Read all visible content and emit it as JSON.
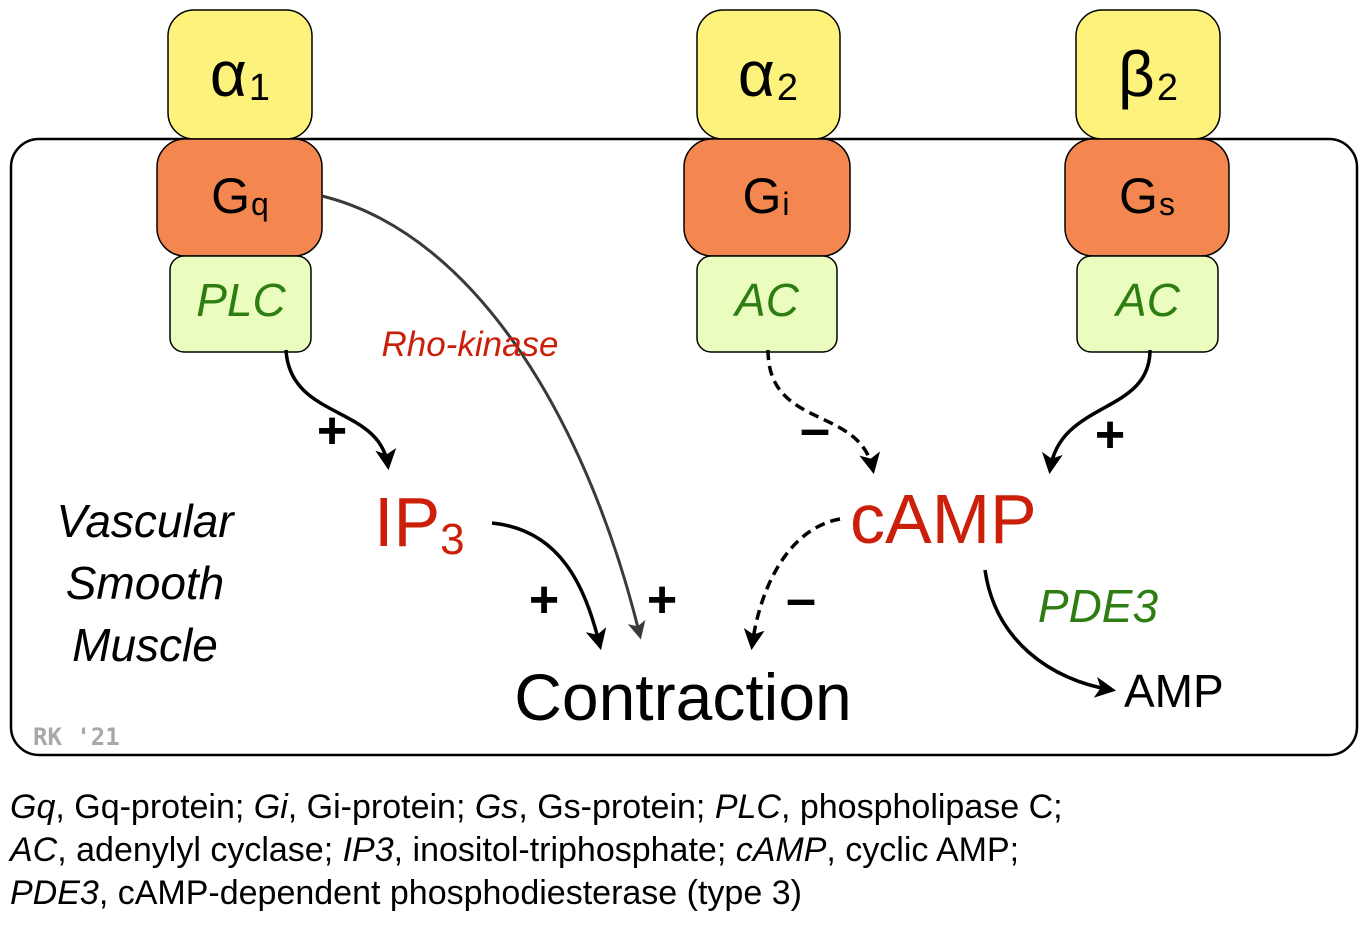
{
  "receptors": {
    "alpha1": {
      "symbol": "α",
      "sub": "1"
    },
    "alpha2": {
      "symbol": "α",
      "sub": "2"
    },
    "beta2": {
      "symbol": "β",
      "sub": "2"
    }
  },
  "gproteins": {
    "gq": {
      "base": "G",
      "sub": "q"
    },
    "gi": {
      "base": "G",
      "sub": "i"
    },
    "gs": {
      "base": "G",
      "sub": "s"
    }
  },
  "enzymes": {
    "plc": "PLC",
    "ac1": "AC",
    "ac2": "AC"
  },
  "pathway": {
    "rho_kinase": "Rho-kinase",
    "ip3": {
      "base": "IP",
      "sub": "3"
    },
    "camp": "cAMP",
    "pde3": "PDE3",
    "amp": "AMP",
    "contraction": "Contraction",
    "signs": {
      "plc_ip3": "+",
      "ac_camp_inhibit": "–",
      "ac_camp_stim": "+",
      "ip3_contraction": "+",
      "rho_contraction": "+",
      "camp_contraction": "–"
    }
  },
  "cell_label": [
    "Vascular",
    "Smooth",
    "Muscle"
  ],
  "credit": "RK '21",
  "legend": {
    "line1": [
      {
        "abbr": "Gq",
        "def": ", Gq-protein; "
      },
      {
        "abbr": "Gi",
        "def": ", Gi-protein; "
      },
      {
        "abbr": "Gs",
        "def": ", Gs-protein; "
      },
      {
        "abbr": "PLC",
        "def": ", phospholipase C;"
      }
    ],
    "line2": [
      {
        "abbr": "AC",
        "def": ", adenylyl cyclase; "
      },
      {
        "abbr": "IP3",
        "def": ", inositol-triphosphate; "
      },
      {
        "abbr": "cAMP",
        "def": ", cyclic AMP;"
      }
    ],
    "line3": [
      {
        "abbr": "PDE3",
        "def": ", cAMP-dependent phosphodiesterase (type 3)"
      }
    ]
  },
  "colors": {
    "receptor_fill": "#fdf37c",
    "gprotein_fill": "#f4874f",
    "enzyme_fill": "#eafdbf",
    "enzyme_text": "#2e7d12",
    "second_messenger": "#cc1f0a",
    "rho_kinase": "#cc1f0a",
    "credit": "#a8a8a8"
  }
}
